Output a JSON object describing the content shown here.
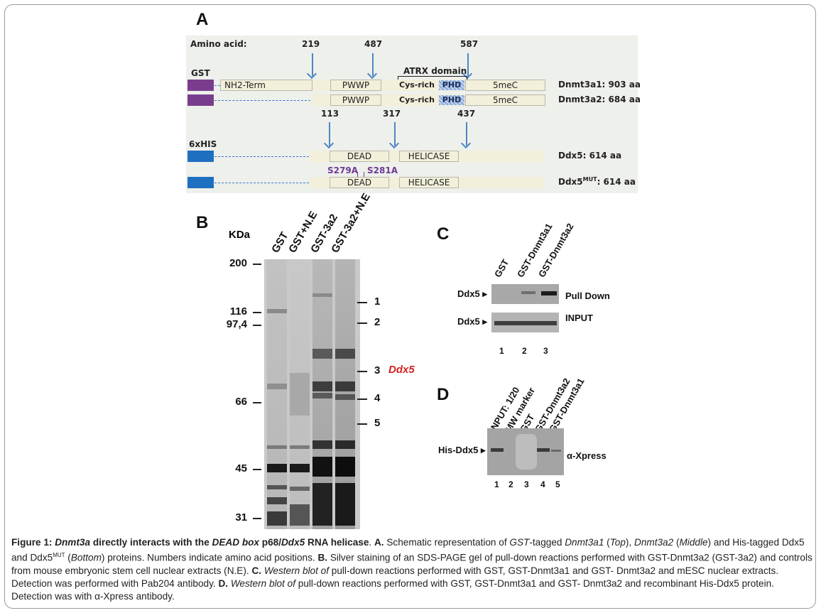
{
  "panels": {
    "a": "A",
    "b": "B",
    "c": "C",
    "d": "D"
  },
  "panel_a": {
    "amino_acid_label": "Amino acid:",
    "positions_top": [
      "219",
      "487",
      "587"
    ],
    "positions_bottom": [
      "113",
      "317",
      "437"
    ],
    "gst_label": "GST",
    "his_label": "6xHIS",
    "atrx_label": "ATRX domain",
    "nh2_term": "NH2-Term",
    "pwwp": "PWWP",
    "cys_rich": "Cys-rich",
    "phd": "PHD",
    "fivemec": "5meC",
    "dead": "DEAD",
    "helicase": "HELICASE",
    "mutation_1": "S279A",
    "mutation_2": "S281A",
    "dnmt3a1": "Dnmt3a1: 903 aa",
    "dnmt3a2": "Dnmt3a2: 684 aa",
    "ddx5": "Ddx5: 614 aa",
    "ddx5mut_prefix": "Ddx5",
    "ddx5mut_sup": "MUT",
    "ddx5mut_suffix": ": 614 aa"
  },
  "panel_b": {
    "kda_label": "KDa",
    "lanes": [
      "GST",
      "GST+N.E",
      "GST-3a2",
      "GST-3a2+N.E"
    ],
    "markers": [
      "200",
      "116",
      "97,4",
      "66",
      "45",
      "31"
    ],
    "band_numbers": [
      "1",
      "2",
      "3",
      "4",
      "5"
    ],
    "ddx5_label": "Ddx5",
    "ddx5_color": "#d42020"
  },
  "panel_c": {
    "lanes": [
      "GST",
      "GST-Dnmt3a1",
      "GST-Dnmt3a2"
    ],
    "row1_label": "Ddx5",
    "row1_right": "Pull Down",
    "row2_label": "Ddx5",
    "row2_right": "INPUT",
    "lane_numbers": [
      "1",
      "2",
      "3"
    ]
  },
  "panel_d": {
    "lanes": [
      "INPUT: 1/20",
      "MW marker",
      "GST",
      "GST-Dnmt3a2",
      "GST-Dnmt3a1"
    ],
    "left_label": "His-Ddx5",
    "right_label": "α-Xpress",
    "lane_numbers": [
      "1",
      "2",
      "3",
      "4",
      "5"
    ]
  },
  "caption": {
    "fig_label": "Figure 1:",
    "t_dnmt3a": "Dnmt3a",
    "t_mid1": "directly interacts with the",
    "t_deadbox": "DEAD box",
    "t_p68": "p68/",
    "t_ddx5": "Ddx5",
    "t_rna": "RNA helicase",
    "s_a": "A.",
    "a_text1": "Schematic representation of",
    "a_gst": "GST",
    "a_text2": "-tagged",
    "a_d1": "Dnmt3a1",
    "a_top": "Top",
    "a_d2": "Dnmt3a2",
    "a_middle": "Middle",
    "a_text3": "and His-tagged Ddx5 and Ddx5",
    "a_mut": "MUT",
    "a_bottom": "Bottom",
    "a_text4": "proteins. Numbers indicate amino acid positions.",
    "s_b": "B.",
    "b_text": "Silver staining of an SDS-PAGE gel of pull-down reactions performed with GST-Dnmt3a2 (GST-3a2) and controls from mouse embryonic stem cell nuclear extracts (N.E).",
    "s_c": "C.",
    "c_wb": "Western blot of",
    "c_text": "pull-down reactions performed with GST, GST-Dnmt3a1 and GST- Dnmt3a2 and mESC nuclear extracts. Detection was performed with Pab204 antibody.",
    "s_d": "D.",
    "d_wb": "Western blot of",
    "d_text": "pull-down reactions performed with GST, GST-Dnmt3a1 and GST- Dnmt3a2 and recombinant His-Ddx5 protein. Detection was with α-Xpress antibody."
  }
}
